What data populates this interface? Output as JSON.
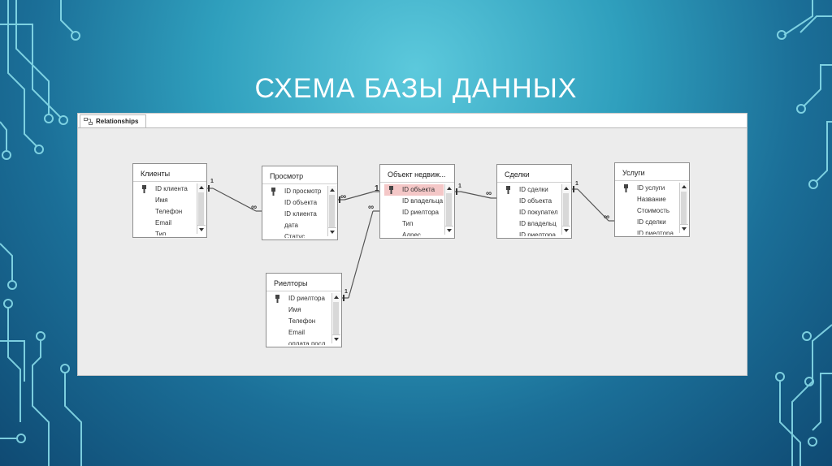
{
  "slide": {
    "title": "СХЕМА БАЗЫ ДАННЫХ"
  },
  "window": {
    "tab_label": "Relationships"
  },
  "tables": {
    "clients": {
      "title": "Клиенты",
      "fields": [
        "ID клиента",
        "Имя",
        "Телефон",
        "Email",
        "Тип"
      ]
    },
    "viewing": {
      "title": "Просмотр",
      "fields": [
        "ID просмотр",
        "ID объекта",
        "ID клиента",
        "дата",
        "Статус"
      ]
    },
    "property": {
      "title": "Объект недвиж...",
      "fields": [
        "ID объекта",
        "ID владельца",
        "ID риелтора",
        "Тип",
        "Адрес"
      ]
    },
    "deals": {
      "title": "Сделки",
      "fields": [
        "ID сделки",
        "ID объекта",
        "ID покупател",
        "ID владельц",
        "ID риелтора"
      ]
    },
    "services": {
      "title": "Услуги",
      "fields": [
        "ID услуги",
        "Название",
        "Стоимость",
        "ID сделки",
        "ID риелтора"
      ]
    },
    "realtors": {
      "title": "Риелторы",
      "fields": [
        "ID риелтора",
        "Имя",
        "Телефон",
        "Email",
        "оплата посл"
      ]
    }
  },
  "relationships": {
    "one": "1",
    "many": "∞"
  },
  "colors": {
    "selected_field": "#f4c7c7",
    "accent": "#5cc9dc"
  }
}
